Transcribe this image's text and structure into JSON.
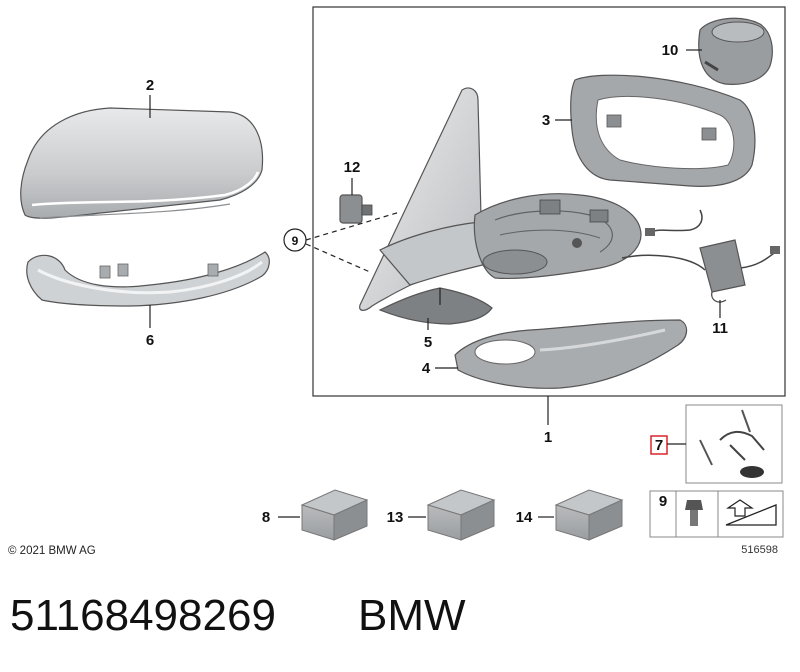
{
  "callouts": {
    "c1": "1",
    "c2": "2",
    "c3": "3",
    "c4": "4",
    "c5": "5",
    "c6": "6",
    "c7": "7",
    "c8": "8",
    "c9": "9",
    "c9b": "9",
    "c10": "10",
    "c11": "11",
    "c12": "12",
    "c13": "13",
    "c14": "14"
  },
  "footer": {
    "copyright": "© 2021 BMW AG",
    "reference": "516598",
    "part_number": "51168498269",
    "brand": "BMW"
  },
  "colors": {
    "highlight": "#d9272e",
    "part_fill": "#d6d8da",
    "part_dark": "#8c8f92"
  }
}
